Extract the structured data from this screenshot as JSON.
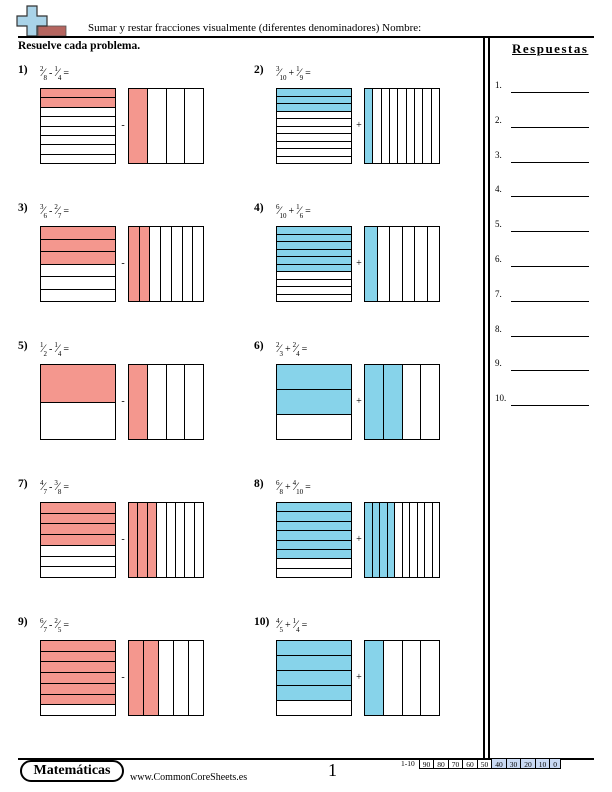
{
  "header": {
    "title": "Sumar y restar fracciones visualmente (diferentes denominadores)    Nombre:",
    "instructions": "Resuelve cada problema."
  },
  "colors": {
    "subtract": "#f4978e",
    "add": "#87d3ea",
    "score_highlight": "#c9d9f3"
  },
  "problems": [
    {
      "num": "1)",
      "a_num": "2",
      "a_den": "8",
      "op": "-",
      "b_num": "1",
      "b_den": "4",
      "eq": "=",
      "kind": "subtract"
    },
    {
      "num": "2)",
      "a_num": "3",
      "a_den": "10",
      "op": "+",
      "b_num": "1",
      "b_den": "9",
      "eq": "=",
      "kind": "add"
    },
    {
      "num": "3)",
      "a_num": "3",
      "a_den": "6",
      "op": "-",
      "b_num": "2",
      "b_den": "7",
      "eq": "=",
      "kind": "subtract"
    },
    {
      "num": "4)",
      "a_num": "6",
      "a_den": "10",
      "op": "+",
      "b_num": "1",
      "b_den": "6",
      "eq": "=",
      "kind": "add"
    },
    {
      "num": "5)",
      "a_num": "1",
      "a_den": "2",
      "op": "-",
      "b_num": "1",
      "b_den": "4",
      "eq": "=",
      "kind": "subtract"
    },
    {
      "num": "6)",
      "a_num": "2",
      "a_den": "3",
      "op": "+",
      "b_num": "2",
      "b_den": "4",
      "eq": "=",
      "kind": "add"
    },
    {
      "num": "7)",
      "a_num": "4",
      "a_den": "7",
      "op": "-",
      "b_num": "3",
      "b_den": "8",
      "eq": "=",
      "kind": "subtract"
    },
    {
      "num": "8)",
      "a_num": "6",
      "a_den": "8",
      "op": "+",
      "b_num": "4",
      "b_den": "10",
      "eq": "=",
      "kind": "add"
    },
    {
      "num": "9)",
      "a_num": "6",
      "a_den": "7",
      "op": "-",
      "b_num": "2",
      "b_den": "5",
      "eq": "=",
      "kind": "subtract"
    },
    {
      "num": "10)",
      "a_num": "4",
      "a_den": "5",
      "op": "+",
      "b_num": "1",
      "b_den": "4",
      "eq": "=",
      "kind": "add"
    }
  ],
  "answers": {
    "title": "Respuestas",
    "items": [
      "1.",
      "2.",
      "3.",
      "4.",
      "5.",
      "6.",
      "7.",
      "8.",
      "9.",
      "10."
    ]
  },
  "footer": {
    "brand": "Matemáticas",
    "website": "www.CommonCoreSheets.es",
    "page_number": "1",
    "score_label": "1-10",
    "scores": [
      "90",
      "80",
      "70",
      "60",
      "50",
      "40",
      "30",
      "20",
      "10",
      "0"
    ],
    "highlighted_scores": [
      "40",
      "30",
      "20",
      "10",
      "0"
    ]
  }
}
